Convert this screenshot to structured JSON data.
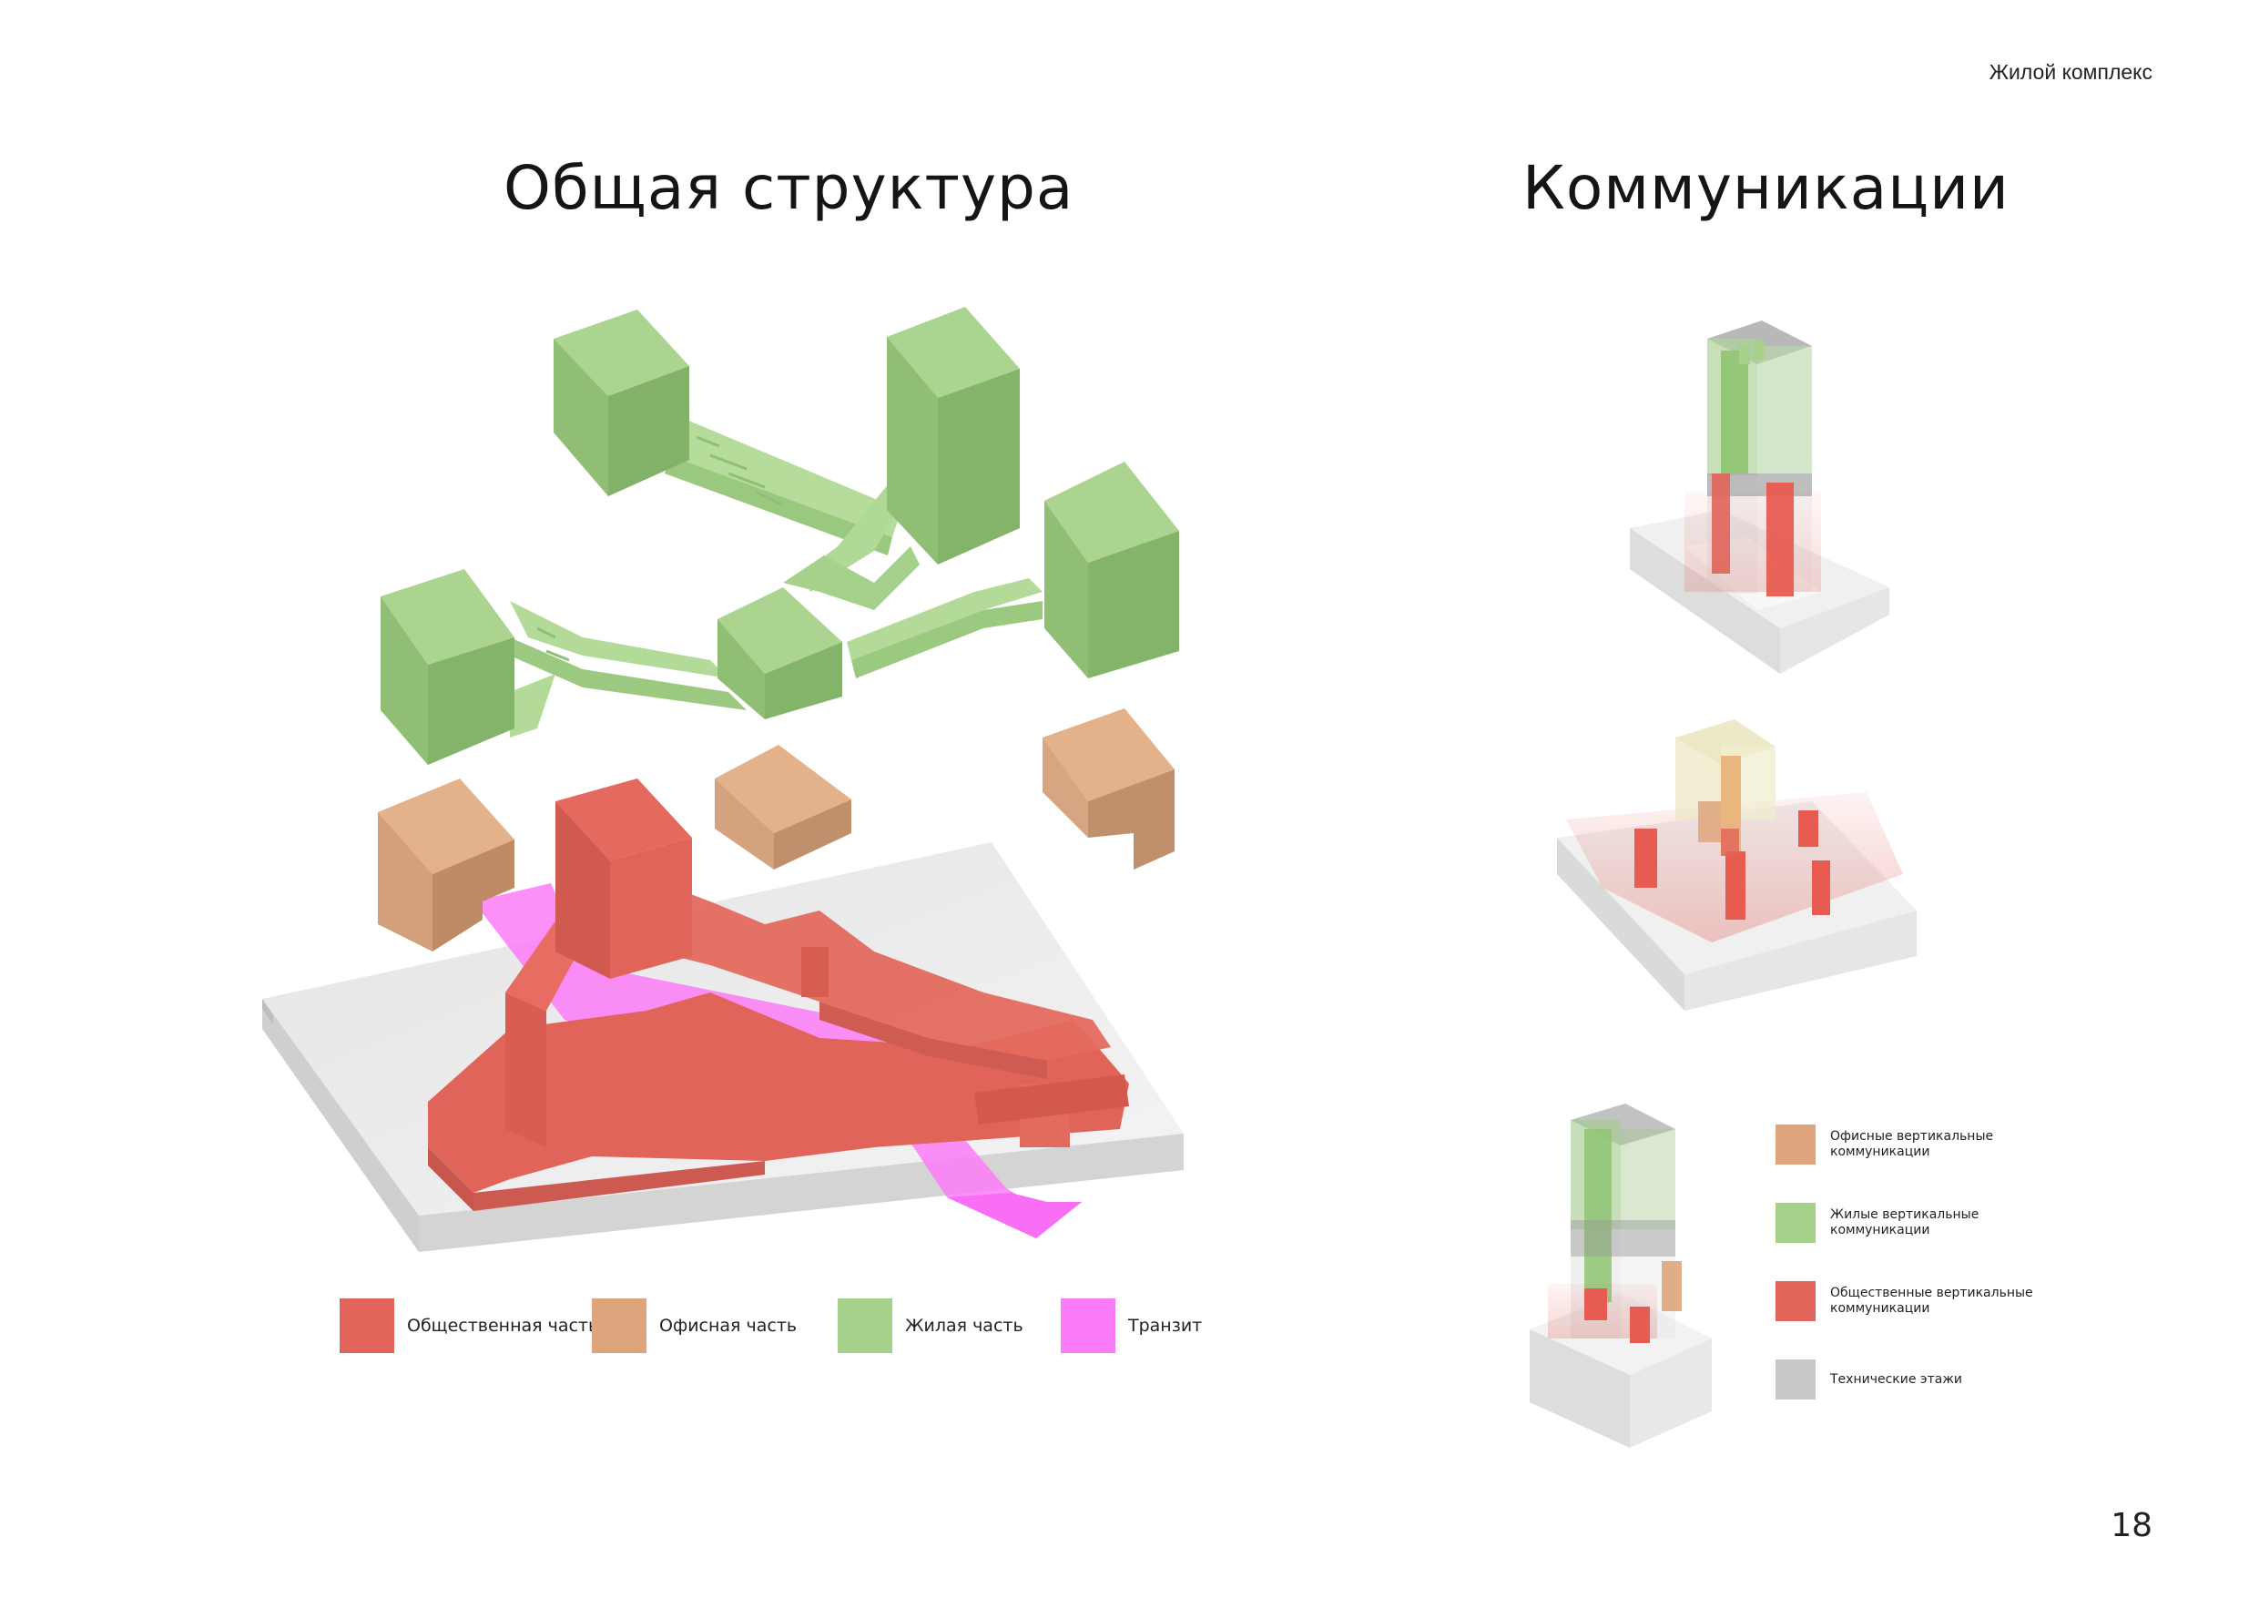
{
  "header": {
    "project_label": "Жилой комплекс"
  },
  "sections": {
    "left_title": "Общая структура",
    "right_title": "Коммуникации"
  },
  "colors": {
    "public": "#e06459",
    "office": "#dea57c",
    "residential": "#a6d18a",
    "transit": "#fb7bf7",
    "technical": "#c9c9c9"
  },
  "legend_main": [
    {
      "label": "Общественная часть",
      "color": "#e06459"
    },
    {
      "label": "Офисная часть",
      "color": "#dea57c"
    },
    {
      "label": "Жилая часть",
      "color": "#a6d18a"
    },
    {
      "label": "Транзит",
      "color": "#fb7bf7"
    }
  ],
  "legend_comm": [
    {
      "label": "Офисные вертикальные коммуникации",
      "color": "#dea57c"
    },
    {
      "label": "Жилые вертикальные коммуникации",
      "color": "#a6d18a"
    },
    {
      "label": "Общественные вертикальные коммуникации",
      "color": "#e06459"
    },
    {
      "label": "Технические этажи",
      "color": "#c9c9c9"
    }
  ],
  "page_number": "18"
}
